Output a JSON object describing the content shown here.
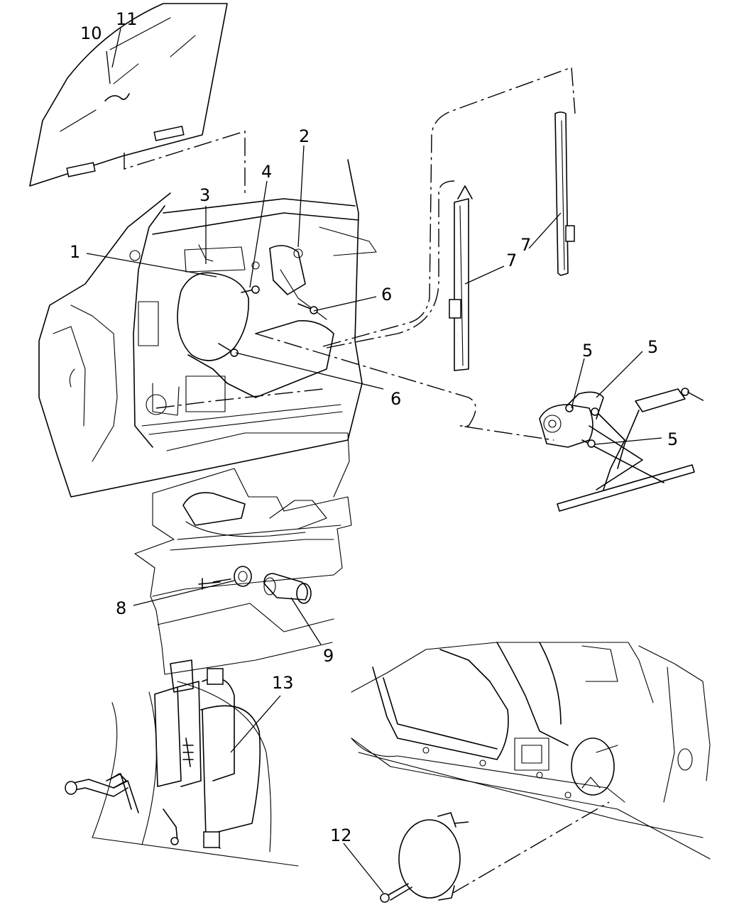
{
  "callouts": {
    "c1": "1",
    "c2": "2",
    "c3": "3",
    "c4": "4",
    "c5a": "5",
    "c5b": "5",
    "c5c": "5",
    "c6a": "6",
    "c6b": "6",
    "c7a": "7",
    "c7b": "7",
    "c8": "8",
    "c9": "9",
    "c10": "10",
    "c11": "11",
    "c12": "12",
    "c13": "13"
  }
}
